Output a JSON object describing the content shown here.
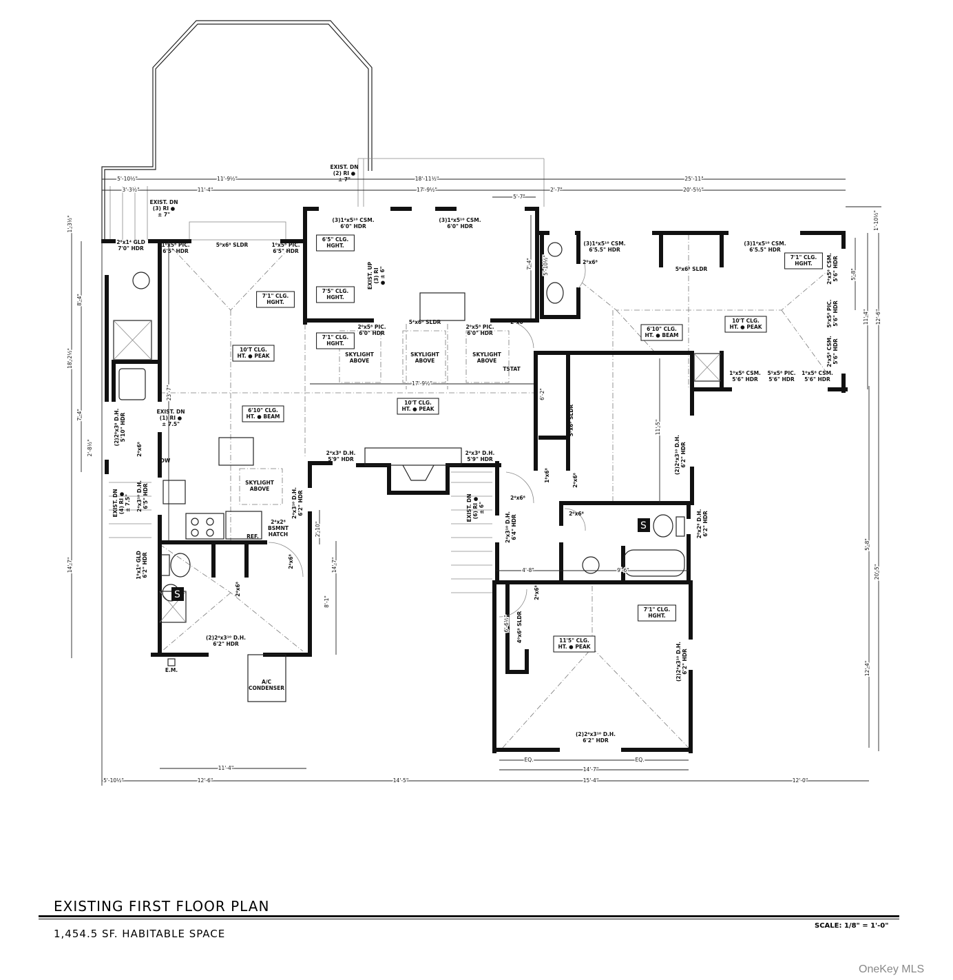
{
  "title": "EXISTING FIRST FLOOR PLAN",
  "subtitle": "1,454.5 SF. HABITABLE SPACE",
  "scale": "SCALE: 1/8\" = 1'-0\"",
  "watermark": "OneKey MLS",
  "labels": [
    {
      "lines": [
        "EXIST. DN",
        "(2) RI ●",
        "± 7\""
      ]
    },
    {
      "lines": [
        "EXIST. DN",
        "(3) RI ●",
        "± 7\""
      ]
    },
    {
      "lines": [
        "2⁸x1⁴ GLD",
        "7'0\" HDR"
      ]
    },
    {
      "lines": [
        "1⁰x5⁸ PIC.",
        "6'5\" HDR"
      ]
    },
    {
      "lines": [
        "5⁰x6⁸ SLDR"
      ]
    },
    {
      "lines": [
        "1⁰x5⁸ PIC.",
        "6'5\" HDR"
      ]
    },
    {
      "lines": [
        "(3)1⁴x5¹⁰ CSM.",
        "6'0\" HDR"
      ]
    },
    {
      "lines": [
        "(3)1⁴x5¹⁰ CSM.",
        "6'0\" HDR"
      ]
    },
    {
      "lines": [
        "6'5\" CLG.",
        "HGHT."
      ]
    },
    {
      "lines": [
        "7'5\" CLG.",
        "HGHT."
      ]
    },
    {
      "lines": [
        "7'1\" CLG.",
        "HGHT."
      ]
    },
    {
      "lines": [
        "10'T CLG.",
        "HT. ● PEAK"
      ]
    },
    {
      "lines": [
        "EXIST. UP",
        "(3) RI",
        "● ± 6\""
      ]
    },
    {
      "lines": [
        "7'1\" CLG.",
        "HGHT."
      ]
    },
    {
      "lines": [
        "2⁰x5⁸ PIC.",
        "6'0\" HDR"
      ]
    },
    {
      "lines": [
        "5⁴x6⁰ SLDR"
      ]
    },
    {
      "lines": [
        "2⁰x5⁸ PIC.",
        "6'0\" HDR"
      ]
    },
    {
      "lines": [
        "2⁴x6⁸"
      ]
    },
    {
      "lines": [
        "SKYLIGHT",
        "ABOVE"
      ]
    },
    {
      "lines": [
        "SKYLIGHT",
        "ABOVE"
      ]
    },
    {
      "lines": [
        "SKYLIGHT",
        "ABOVE"
      ]
    },
    {
      "lines": [
        "TSTAT"
      ]
    },
    {
      "lines": [
        "(3)1⁴x5¹⁰ CSM.",
        "6'5.5\" HDR"
      ]
    },
    {
      "lines": [
        "5⁸x6⁸ SLDR"
      ]
    },
    {
      "lines": [
        "(3)1⁴x5¹⁰ CSM.",
        "6'5.5\" HDR"
      ]
    },
    {
      "lines": [
        "7'1\" CLG.",
        "HGHT."
      ]
    },
    {
      "lines": [
        "2⁰x6⁸"
      ]
    },
    {
      "lines": [
        "6'10\" CLG.",
        "HT. ● BEAM"
      ]
    },
    {
      "lines": [
        "10'T CLG.",
        "HT. ● PEAK"
      ]
    },
    {
      "lines": [
        "2⁴x5⁸ CSM.",
        "5'6\" HDR"
      ]
    },
    {
      "lines": [
        "5⁰x5⁸ PIC.",
        "5'6\" HDR"
      ]
    },
    {
      "lines": [
        "2⁴x5⁸ CSM.",
        "5'6\" HDR"
      ]
    },
    {
      "lines": [
        "1⁰x5⁸ CSM.",
        "5'6\" HDR"
      ]
    },
    {
      "lines": [
        "5⁵x5⁸ PIC.",
        "5'6\" HDR"
      ]
    },
    {
      "lines": [
        "1⁰x5⁸ CSM.",
        "5'6\" HDR"
      ]
    },
    {
      "lines": [
        "10'T CLG.",
        "HT. ● PEAK"
      ]
    },
    {
      "lines": [
        "6'10\" CLG.",
        "HT. ● BEAM"
      ]
    },
    {
      "lines": [
        "EXIST. DN",
        "(1) RI ●",
        "± 7.5\""
      ]
    },
    {
      "lines": [
        "(2)2⁸x3⁸ D.H.",
        "5'10\" HDR"
      ]
    },
    {
      "lines": [
        "2⁴x6⁸"
      ]
    },
    {
      "lines": [
        "DW"
      ]
    },
    {
      "lines": [
        "SKYLIGHT",
        "ABOVE"
      ]
    },
    {
      "lines": [
        "EXIST. DN",
        "(4) RI ●",
        "± 7.5\""
      ]
    },
    {
      "lines": [
        "2⁴x3¹⁰ D.H.",
        "6'5\" HDR"
      ]
    },
    {
      "lines": [
        "2⁴x2⁸",
        "BSMNT",
        "HATCH"
      ]
    },
    {
      "lines": [
        "2⁴x3¹⁰ D.H.",
        "6'2\" HDR"
      ]
    },
    {
      "lines": [
        "REF."
      ]
    },
    {
      "lines": [
        "2⁴x3⁸ D.H.",
        "5'9\" HDR"
      ]
    },
    {
      "lines": [
        "2⁴x3⁸ D.H.",
        "5'9\" HDR"
      ]
    },
    {
      "lines": [
        "EXIST. DN",
        "(6) RI ●",
        "± 6\""
      ]
    },
    {
      "lines": [
        "2⁴x6⁸"
      ]
    },
    {
      "lines": [
        "2⁴x3¹⁰ D.H.",
        "6'4\" HDR"
      ]
    },
    {
      "lines": [
        "2⁰x6⁸"
      ]
    },
    {
      "lines": [
        "2⁸x2⁸ D.H.",
        "6'2\" HDR"
      ]
    },
    {
      "lines": [
        "(2)2⁴x3¹⁰ D.H.",
        "6'2\" HDR"
      ]
    },
    {
      "lines": [
        "5⁰x6⁸ SLDR"
      ]
    },
    {
      "lines": [
        "1⁸x6⁸"
      ]
    },
    {
      "lines": [
        "2⁴x6⁸"
      ]
    },
    {
      "lines": [
        "1⁸x1⁰ GLD",
        "6'2\" HDR"
      ]
    },
    {
      "lines": [
        "2⁴x6⁸"
      ]
    },
    {
      "lines": [
        "2⁴x6⁸"
      ]
    },
    {
      "lines": [
        "(2)2⁴x3¹⁰ D.H.",
        "6'2\" HDR"
      ]
    },
    {
      "lines": [
        "E.M."
      ]
    },
    {
      "lines": [
        "A/C",
        "CONDENSER"
      ]
    },
    {
      "lines": [
        "2⁴x6⁸"
      ]
    },
    {
      "lines": [
        "4⁰x6⁸ SLDR"
      ]
    },
    {
      "lines": [
        "7'1\" CLG.",
        "HGHT."
      ]
    },
    {
      "lines": [
        "11'5\" CLG.",
        "HT. ● PEAK"
      ]
    },
    {
      "lines": [
        "(2)2⁴x3¹⁰ D.H.",
        "6'2\" HDR"
      ]
    },
    {
      "lines": [
        "(2)2⁴x3¹⁰ D.H.",
        "6'2\" HDR"
      ]
    }
  ],
  "dimensions": [
    "5'-10½\"",
    "3'-3½\"",
    "11'-9½\"",
    "11'-4\"",
    "18'-11½\"",
    "17'-9½\"",
    "5'-7\"",
    "25'-11\"",
    "2'-7\"",
    "20'-5½\"",
    "1'-10½\"",
    "1'-3½\"",
    "8'-4\"",
    "18'-2½\"",
    "7'-4\"",
    "2'-8½\"",
    "14'-7\"",
    "23'-7\"",
    "7'-4\"",
    "5'-10½\"",
    "5'-8\"",
    "11'-4\"",
    "12'-6\"",
    "17'-9½\"",
    "6'-2\"",
    "11'-5\"",
    "2'-10\"",
    "14'-7\"",
    "8'-1\"",
    "4'-8\"",
    "9'-6\"",
    "5'-8\"",
    "20'-5\"",
    "12'-4\"",
    "6'-6½\"",
    "EQ.",
    "EQ.",
    "14'-7\"",
    "11'-4\"",
    "5'-10½\"",
    "12'-6\"",
    "14'-5\"",
    "15'-4\"",
    "12'-0\""
  ]
}
